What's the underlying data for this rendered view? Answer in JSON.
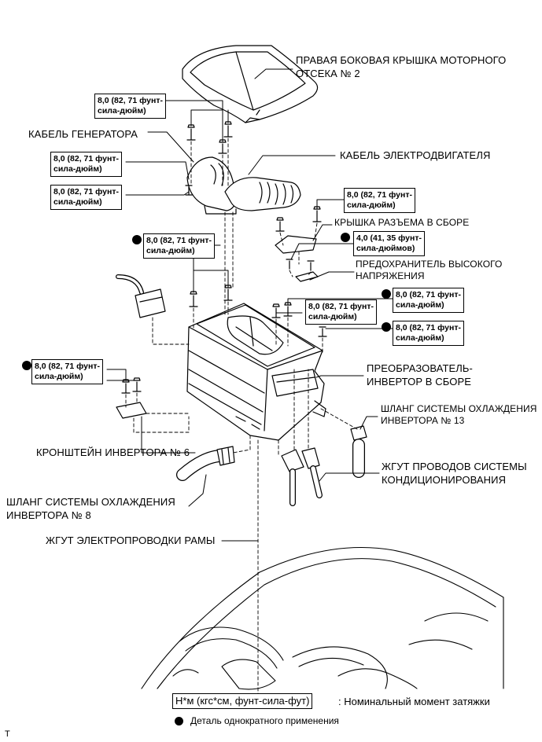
{
  "labels": {
    "engine_cover": "ПРАВАЯ БОКОВАЯ КРЫШКА МОТОРНОГО\nОТСЕКА № 2",
    "generator_cable": "КАБЕЛЬ ГЕНЕРАТОРА",
    "motor_cable": "КАБЕЛЬ ЭЛЕКТРОДВИГАТЕЛЯ",
    "connector_cover": "КРЫШКА РАЗЪЕМА В СБОРЕ",
    "hv_fuse": "ПРЕДОХРАНИТЕЛЬ ВЫСОКОГО\nНАПРЯЖЕНИЯ",
    "inverter": "ПРЕОБРАЗОВАТЕЛЬ-\nИНВЕРТОР В СБОРЕ",
    "hose13": "ШЛАНГ СИСТЕМЫ ОХЛАЖДЕНИЯ\nИНВЕРТОРА № 13",
    "ac_harness": "ЖГУТ ПРОВОДОВ СИСТЕМЫ\nКОНДИЦИОНИРОВАНИЯ",
    "bracket6": "КРОНШТЕЙН ИНВЕРТОРА № 6",
    "hose8": "ШЛАНГ СИСТЕМЫ ОХЛАЖДЕНИЯ\nИНВЕРТОРА № 8",
    "frame_harness": "ЖГУТ ЭЛЕКТРОПРОВОДКИ РАМЫ"
  },
  "torques": {
    "t1": "8,0 (82, 71 фунт-\nсила-дюйм)",
    "t2": "8,0 (82, 71 фунт-\nсила-дюйм)",
    "t3": "8,0 (82, 71 фунт-\nсила-дюйм)",
    "t4": "8,0 (82, 71 фунт-\nсила-дюйм)",
    "t5": "8,0 (82, 71 фунт-\nсила-дюйм)",
    "t6": "4,0 (41, 35 фунт-\nсила-дюймов)",
    "t7": "8,0 (82, 71 фунт-\nсила-дюйм)",
    "t8": "8,0 (82, 71 фунт-\nсила-дюйм)",
    "t9": "8,0 (82, 71 фунт-\nсила-дюйм)",
    "t10": "8,0 (82, 71 фунт-\nсила-дюйм)"
  },
  "legend": {
    "torque_units": "Н*м (кгс*см, фунт-сила-фут)",
    "torque_desc": ": Номинальный момент затяжки",
    "single_use": "Деталь однократного применения"
  },
  "corner_mark": "T"
}
